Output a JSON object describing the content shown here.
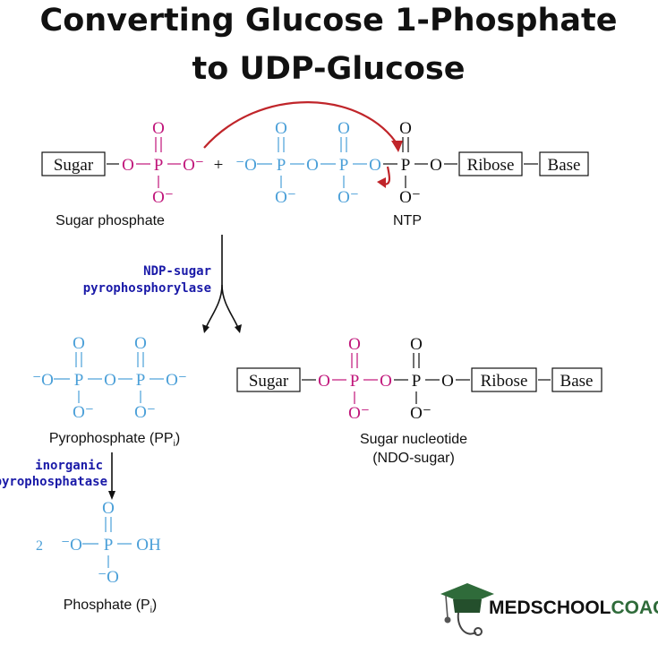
{
  "title": {
    "line1": "Converting Glucose 1-Phosphate",
    "line2": "to UDP-Glucose"
  },
  "colors": {
    "sugar_phosphate": "#c0157a",
    "pyrophosphate": "#4a9fd8",
    "ntp": "#111111",
    "arrow_red": "#c0252a",
    "enzyme": "#1a1aa8",
    "logo_green": "#2f6b3a"
  },
  "labels": {
    "sugar": "Sugar",
    "ribose": "Ribose",
    "base": "Base",
    "o": "O",
    "o_minus": "O⁻",
    "minus_o": "⁻O",
    "p": "P",
    "oh": "OH",
    "plus": "+",
    "two": "2"
  },
  "captions": {
    "sugar_phosphate": "Sugar phosphate",
    "ntp": "NTP",
    "pyrophosphate": "Pyrophosphate (PP",
    "pyrophosphate_sub": "i",
    "pyrophosphate_end": ")",
    "sugar_nucleotide_1": "Sugar nucleotide",
    "sugar_nucleotide_2": "(NDO-sugar)",
    "phosphate": "Phosphate (P",
    "phosphate_sub": "i",
    "phosphate_end": ")"
  },
  "enzymes": {
    "ndp_line1": "NDP-sugar",
    "ndp_line2": "pyrophosphorylase",
    "inorg_line1": "inorganic",
    "inorg_line2": "pyrophosphatase"
  },
  "logo": {
    "part1": "MEDSCHOOL",
    "part2": "COACH"
  }
}
